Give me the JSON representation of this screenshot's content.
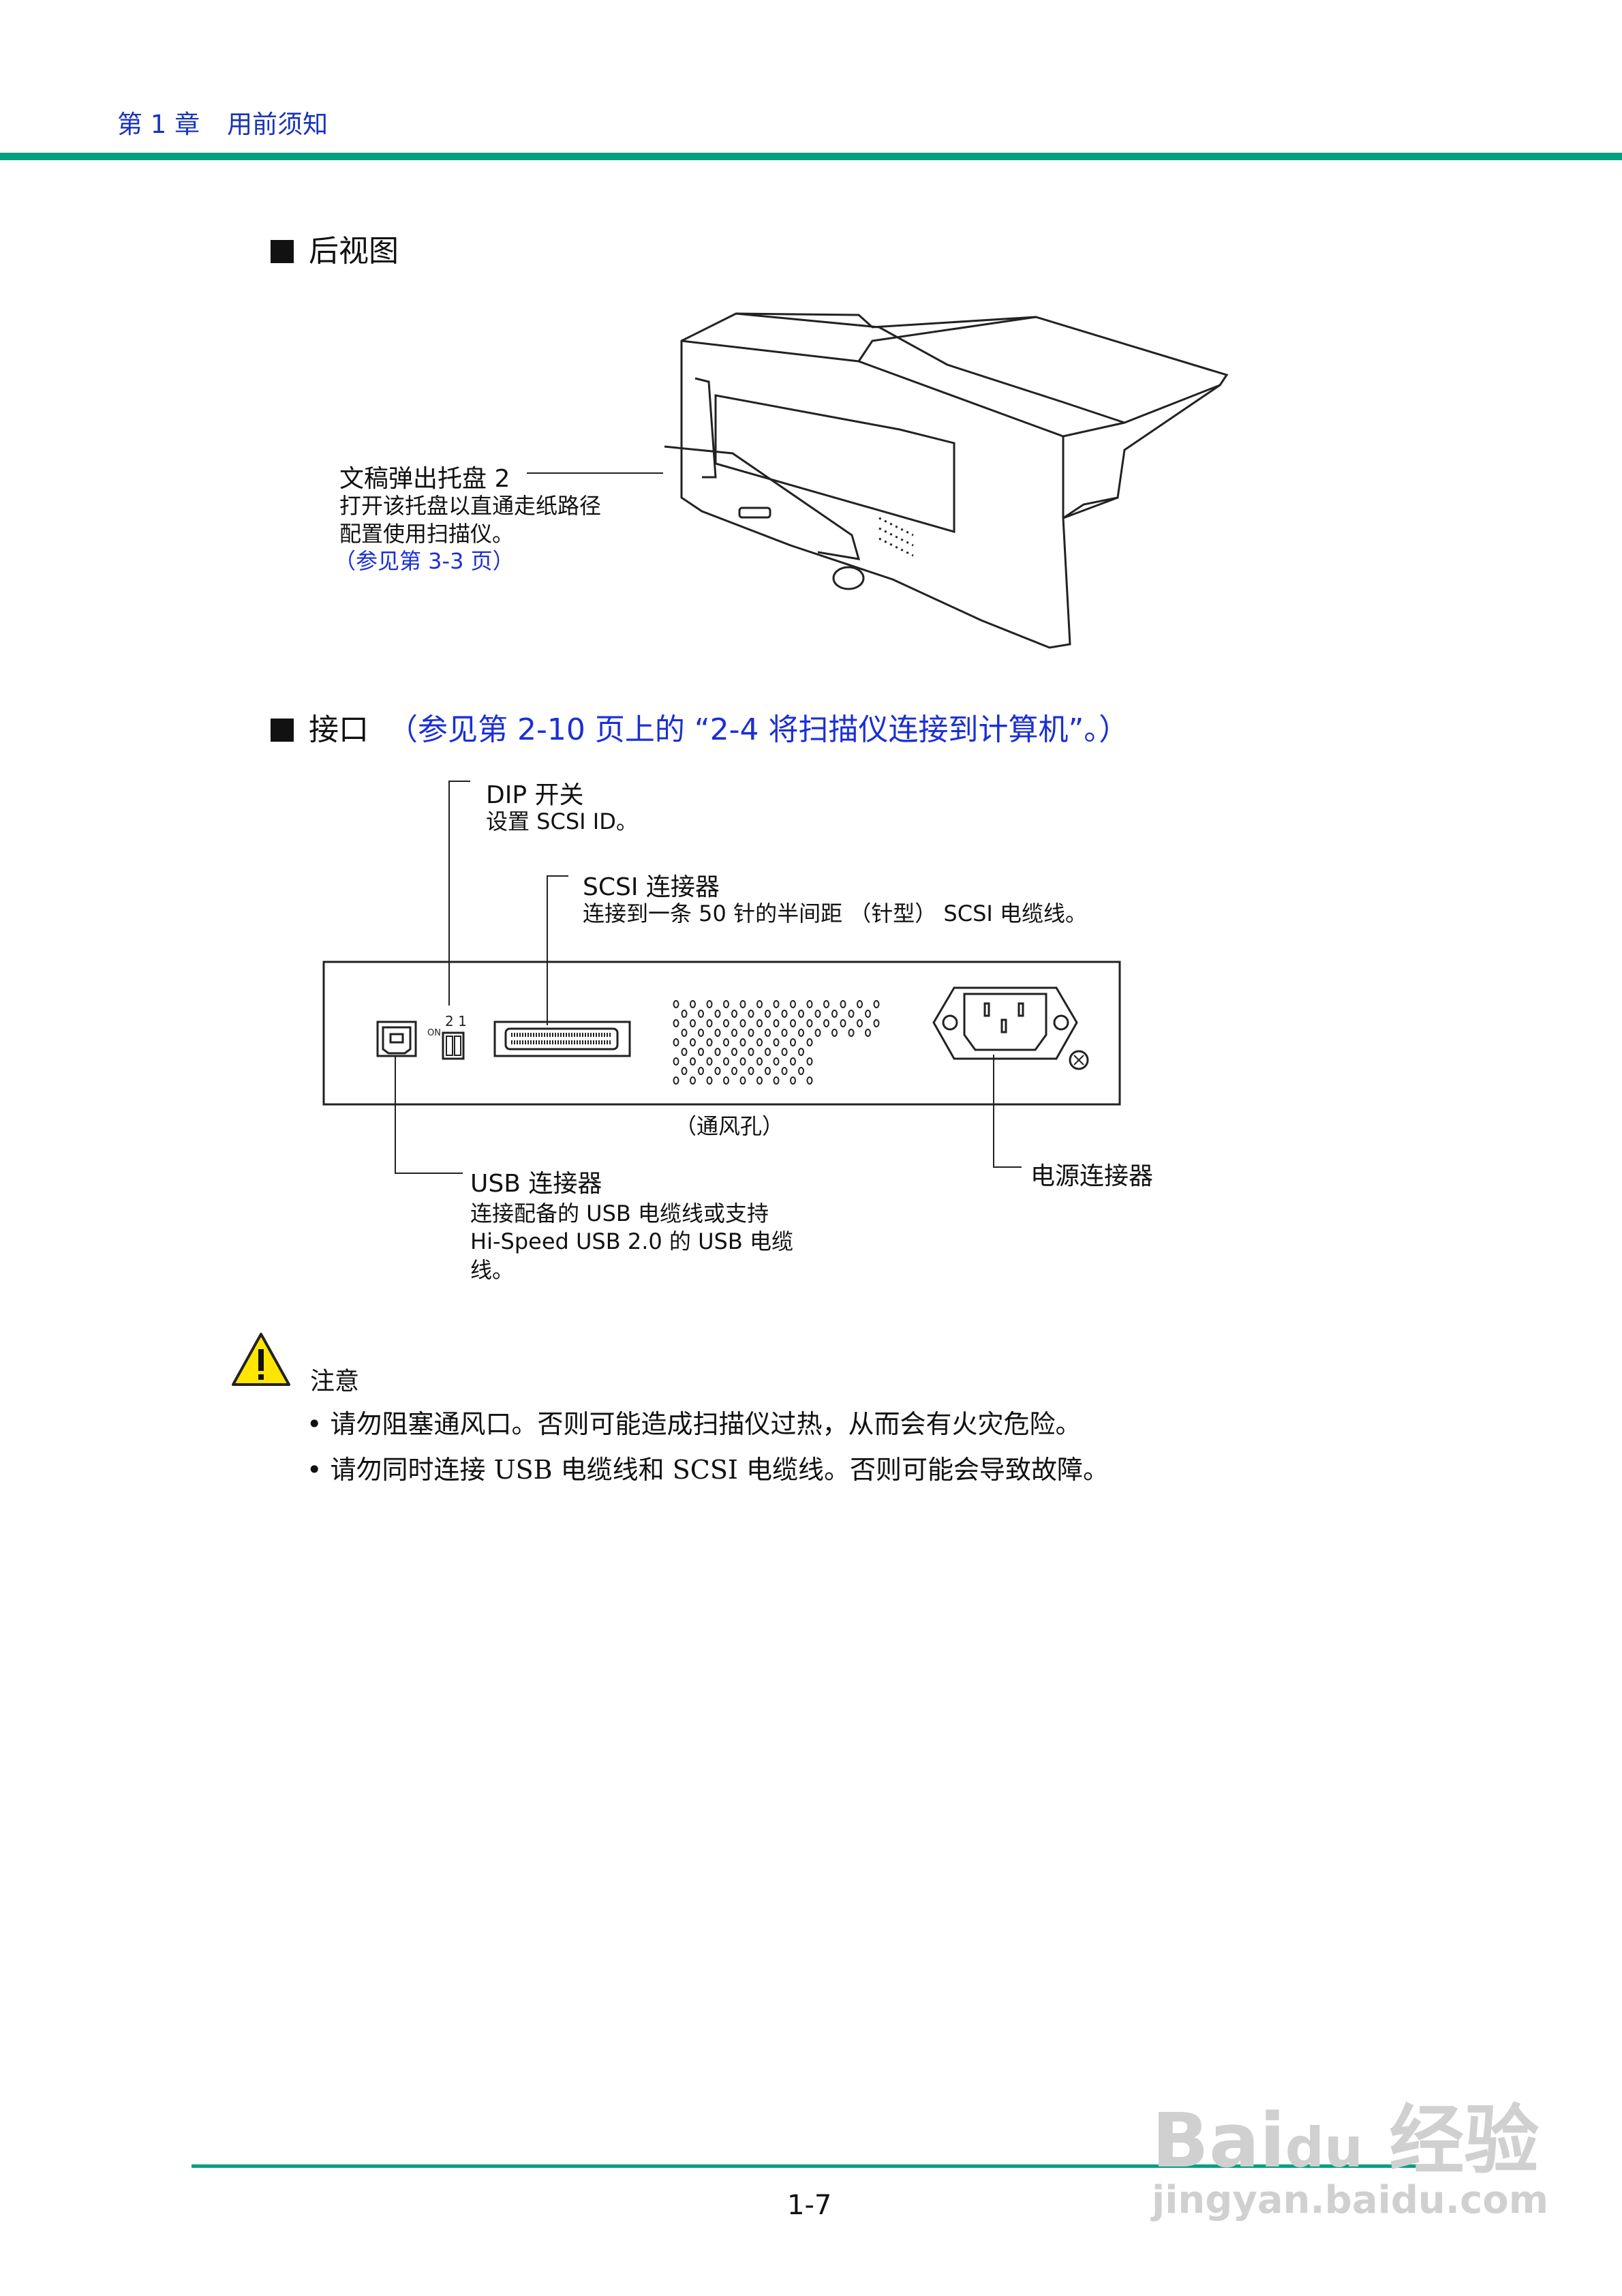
{
  "header": {
    "chapter": "第 1 章",
    "title": "用前须知"
  },
  "rear_view": {
    "heading": "后视图",
    "callout": {
      "title": "文稿弹出托盘 2",
      "lines": [
        "打开该托盘以直通走纸路径",
        "配置使用扫描仪。"
      ],
      "reference": "（参见第 3-3 页）"
    }
  },
  "interface": {
    "heading": "接口",
    "reference": "（参见第 2-10 页上的 “2-4 将扫描仪连接到计算机”。）",
    "dip": {
      "title": "DIP 开关",
      "desc": "设置 SCSI ID。",
      "switch_numbers": "2 1",
      "on_label": "ON"
    },
    "scsi": {
      "title": "SCSI 连接器",
      "desc": "连接到一条 50 针的半间距 （针型） SCSI 电缆线。"
    },
    "vent": "（通风孔）",
    "usb": {
      "title": "USB 连接器",
      "lines": [
        "连接配备的 USB 电缆线或支持",
        "Hi-Speed USB 2.0 的 USB 电缆",
        "线。"
      ]
    },
    "power": {
      "title": "电源连接器"
    }
  },
  "caution": {
    "icon": "warning-triangle-icon",
    "title": "注意",
    "items": [
      "请勿阻塞通风口。否则可能造成扫描仪过热，从而会有火灾危险。",
      "请勿同时连接 USB 电缆线和 SCSI 电缆线。否则可能会导致故障。"
    ]
  },
  "footer": {
    "page": "1-7"
  },
  "watermark": {
    "logo": "Baidu 经验",
    "url": "jingyan.baidu.com"
  },
  "colors": {
    "accent_green": "#00a07f",
    "link_blue": "#1b2fd6",
    "header_blue": "#1a34b8"
  }
}
